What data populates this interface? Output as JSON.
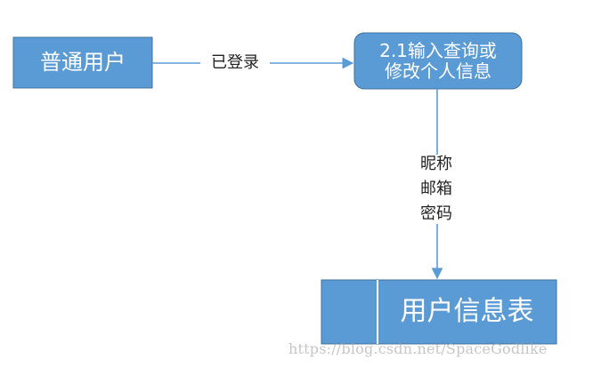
{
  "diagram": {
    "external_entity": {
      "label": "普通用户",
      "fill": "#5b9bd5",
      "stroke": "#41719c"
    },
    "process": {
      "line1": "2.1输入查询或",
      "line2": "修改个人信息",
      "fill": "#5b9bd5",
      "stroke": "#41719c"
    },
    "data_store": {
      "label": "用户信息表",
      "fill": "#5b9bd5",
      "stroke": "#41719c",
      "divider": "#ffffff"
    },
    "flows": {
      "entity_to_process": {
        "label": "已登录"
      },
      "process_to_store": {
        "items": [
          "昵称",
          "邮箱",
          "密码"
        ]
      }
    },
    "arrow_color": "#5b9bd5",
    "watermark": "https://blog.csdn.net/SpaceGodlike"
  }
}
